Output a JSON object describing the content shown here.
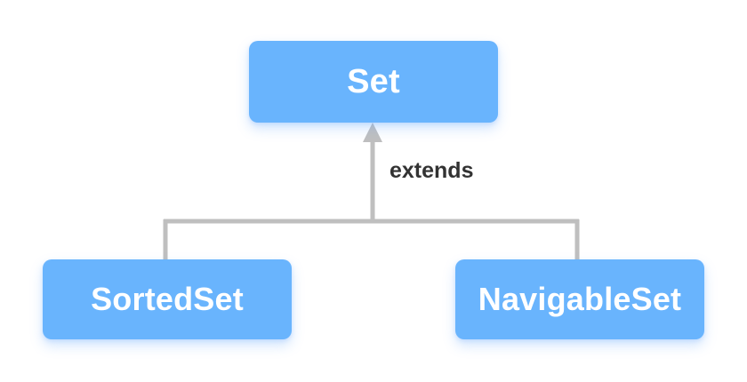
{
  "diagram": {
    "type": "class-hierarchy",
    "background_color": "#ffffff",
    "node_color": "#69b4fd",
    "node_text_color": "#ffffff",
    "connector_color": "#bfbfbf",
    "label_color": "#333333",
    "parent": {
      "id": "set",
      "label": "Set"
    },
    "children": [
      {
        "id": "sortedset",
        "label": "SortedSet"
      },
      {
        "id": "navigableset",
        "label": "NavigableSet"
      }
    ],
    "edge": {
      "label": "extends",
      "arrow": "open-triangle-up",
      "direction": "children-to-parent"
    }
  }
}
